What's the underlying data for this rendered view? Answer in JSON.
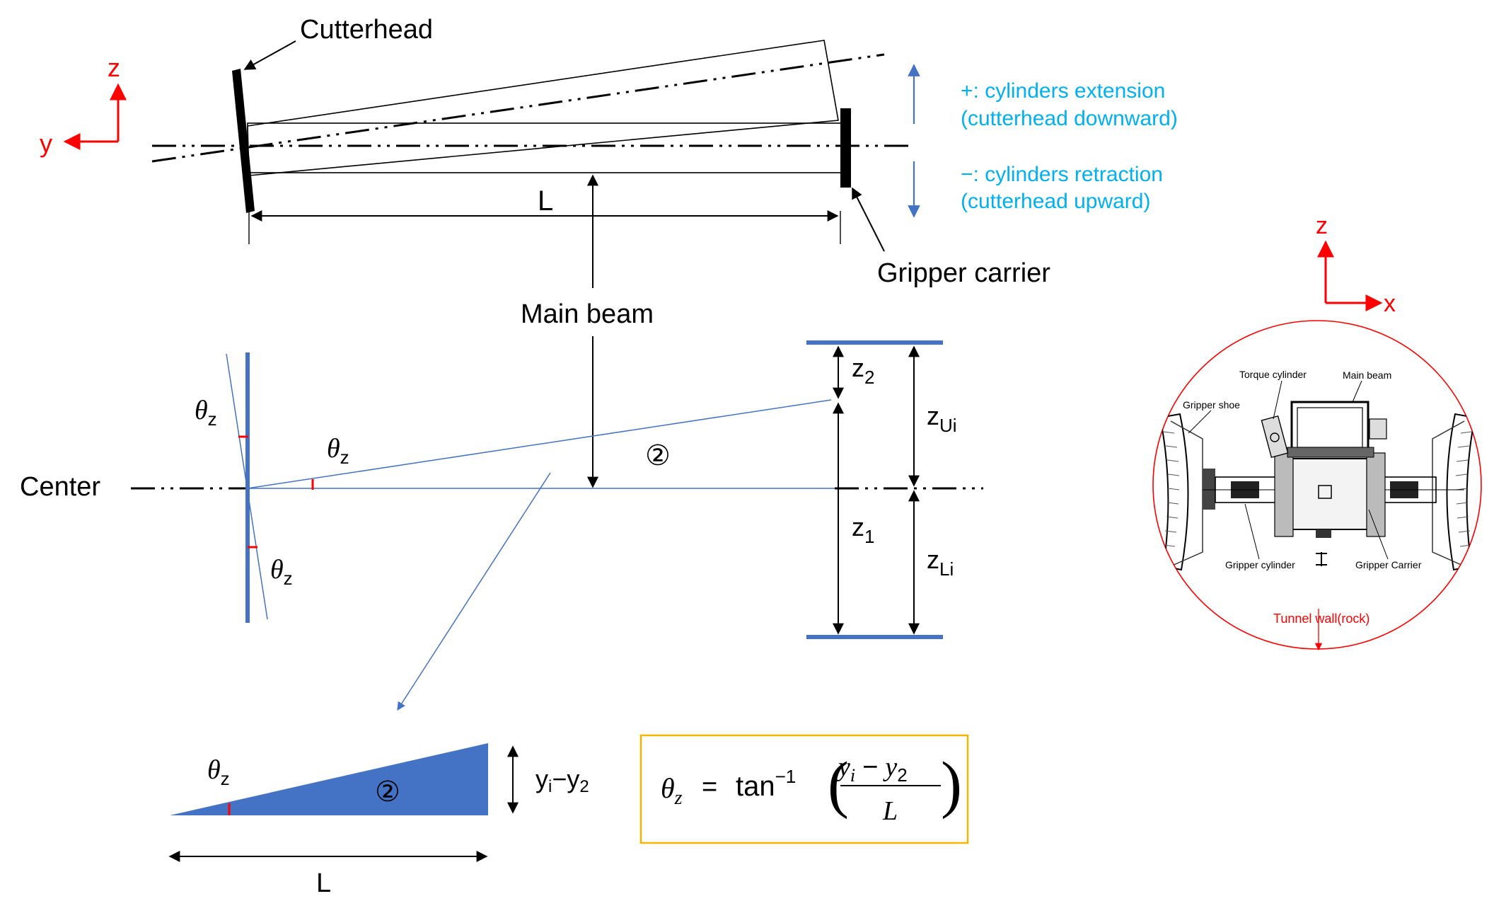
{
  "colors": {
    "line": "#000000",
    "accent_blue": "#4472C4",
    "thin_blue": "#4472C4",
    "note_text": "#00B0F0",
    "axis_red": "#FF0000",
    "formula_border": "#F5B400"
  },
  "top_view": {
    "axis_z": "z",
    "axis_y": "y",
    "cutterhead_label": "Cutterhead",
    "gripper_label": "Gripper carrier",
    "length_label": "L",
    "main_beam_label": "Main beam"
  },
  "notes": {
    "plus_line1": "+: cylinders extension",
    "plus_line2": "(cutterhead downward)",
    "minus_line1": "−: cylinders retraction",
    "minus_line2": "(cutterhead upward)"
  },
  "side_view": {
    "center_label": "Center",
    "theta": "θ",
    "theta_sub": "z",
    "z2": "z",
    "z2_sub": "2",
    "z1": "z",
    "z1_sub": "1",
    "zu": "z",
    "zu_sub": "Ui",
    "zl": "z",
    "zl_sub": "Li",
    "circle_label": "②"
  },
  "triangle": {
    "theta": "θ",
    "theta_sub": "z",
    "circle_label": "②",
    "height_label": "y",
    "height_sub_i": "i",
    "height_minus": "−y",
    "height_sub_2": "2",
    "base_label": "L"
  },
  "formula": {
    "lhs": "θ",
    "lhs_sub": "z",
    "eq": "=",
    "func": "tan",
    "exp": "−1",
    "num_y": "y",
    "num_sub_i": "i",
    "num_minus": "−",
    "num_y2": "y",
    "num_sub_2": "2",
    "den": "L"
  },
  "cross_section": {
    "axis_z": "z",
    "axis_x": "x",
    "torque_cylinder": "Torque cylinder",
    "main_beam": "Main beam",
    "gripper_shoe": "Gripper shoe",
    "gripper_cylinder": "Gripper cylinder",
    "gripper_carrier": "Gripper Carrier",
    "tunnel_wall": "Tunnel wall(rock)"
  }
}
